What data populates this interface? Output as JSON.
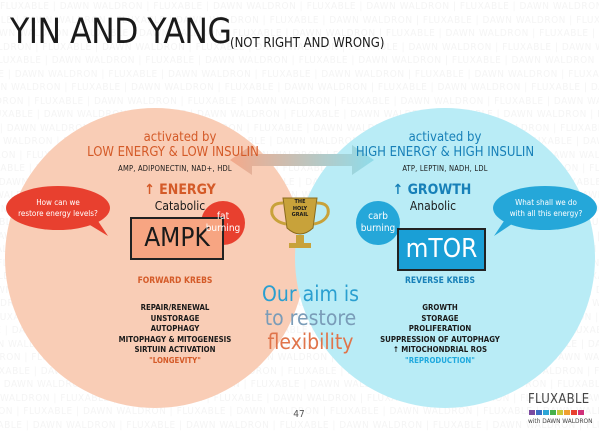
{
  "watermark": {
    "text": "FLUXABLE | DAWN WALDRON | "
  },
  "title": {
    "main": "YIN AND YANG",
    "sub": "(NOT RIGHT AND WRONG)"
  },
  "left": {
    "activated": "activated by",
    "condition": "LOW ENERGY & LOW INSULIN",
    "markers": "AMP, ADIPONECTIN, NAD+, HDL",
    "arrow": "↑",
    "energy": "ENERGY",
    "mode": "Catabolic",
    "enzyme": "AMPK",
    "krebs": "FORWARD KREBS",
    "bubble": [
      "How can we",
      "restore energy levels?"
    ],
    "burn": [
      "fat",
      "burning"
    ],
    "list": [
      "REPAIR/RENEWAL",
      "UNSTORAGE",
      "AUTOPHAGY",
      "MITOPHAGY & MITOGENESIS",
      "SIRTUIN ACTIVATION"
    ],
    "highlight": "\"LONGEVITY\""
  },
  "right": {
    "activated": "activated by",
    "condition": "HIGH ENERGY & HIGH INSULIN",
    "markers": "ATP, LEPTIN, NADH, LDL",
    "arrow": "↑",
    "growth": "GROWTH",
    "mode": "Anabolic",
    "enzyme": "mTOR",
    "krebs": "REVERSE KREBS",
    "bubble": [
      "What shall we do",
      "with all this energy?"
    ],
    "burn": [
      "carb",
      "burning"
    ],
    "list": [
      "GROWTH",
      "STORAGE",
      "PROLIFERATION",
      "SUPPRESSION OF AUTOPHAGY",
      "↑ MITOCHONDRIAL ROS"
    ],
    "highlight": "\"REPRODUCTION\""
  },
  "grail": [
    "THE",
    "HOLY",
    "GRAIL"
  ],
  "aim": [
    "Our aim is",
    "to restore",
    "flexibility"
  ],
  "page_number": "47",
  "brand": {
    "name": "FLUXABLE",
    "byline": "with DAWN WALDRON"
  },
  "colors": {
    "orange": "#d45a28",
    "red_bubble": "#e8402f",
    "blue": "#1780b8",
    "teal_bubble": "#25a7d9",
    "grail": "#c8a23a",
    "left_circle": "#f9cdb6",
    "right_circle": "#b9ecf6"
  }
}
